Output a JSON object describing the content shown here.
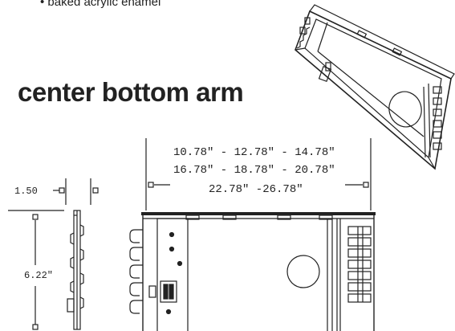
{
  "spec": {
    "finish_bullet": "• baked acrylic enamel"
  },
  "title": "center bottom arm",
  "dimensions": {
    "length_line_1": "10.78\" - 12.78\" - 14.78\"",
    "length_line_2": "16.78\" - 18.78\" - 20.78\"",
    "length_line_3": "22.78\" -26.78\"",
    "width": "1.50",
    "height": "6.22\""
  }
}
